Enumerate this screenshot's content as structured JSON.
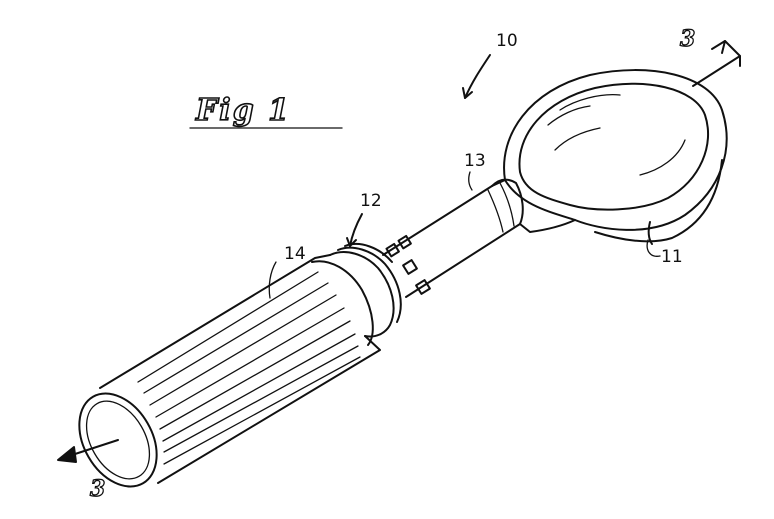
{
  "figure": {
    "title": "Fig 1",
    "labels": {
      "assembly": "10",
      "bowl": "11",
      "collar": "12",
      "neck": "13",
      "grip": "14"
    },
    "section_marks": {
      "top": "3",
      "bottom": "3"
    },
    "colors": {
      "ink": "#111111",
      "paper": "#ffffff"
    }
  }
}
